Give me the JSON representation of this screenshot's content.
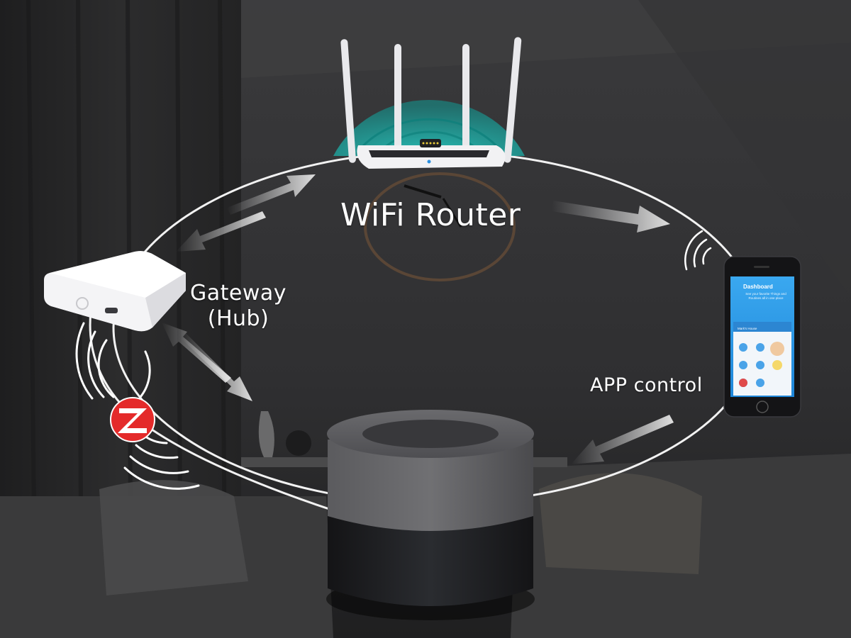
{
  "labels": {
    "router": "WiFi Router",
    "gateway_line1": "Gateway",
    "gateway_line2": "(Hub)",
    "app": "APP control"
  },
  "phone_screen": {
    "title": "Dashboard",
    "subtitle": "See your favorite Things and Routines all in one place",
    "header": "Mark's House"
  },
  "colors": {
    "background": "#2b2b2c",
    "loop_line": "#f2f2f2",
    "arrow": "#dcdcdc",
    "router_glow": "#18c8c0",
    "zigbee_badge": "#e42a2a",
    "phone_screen": "#2c9ee8"
  },
  "icons": [
    "wifi-router-icon",
    "gateway-hub-icon",
    "smartphone-icon",
    "zigbee-logo-icon",
    "wireless-signal-icon",
    "smart-device-icon"
  ]
}
